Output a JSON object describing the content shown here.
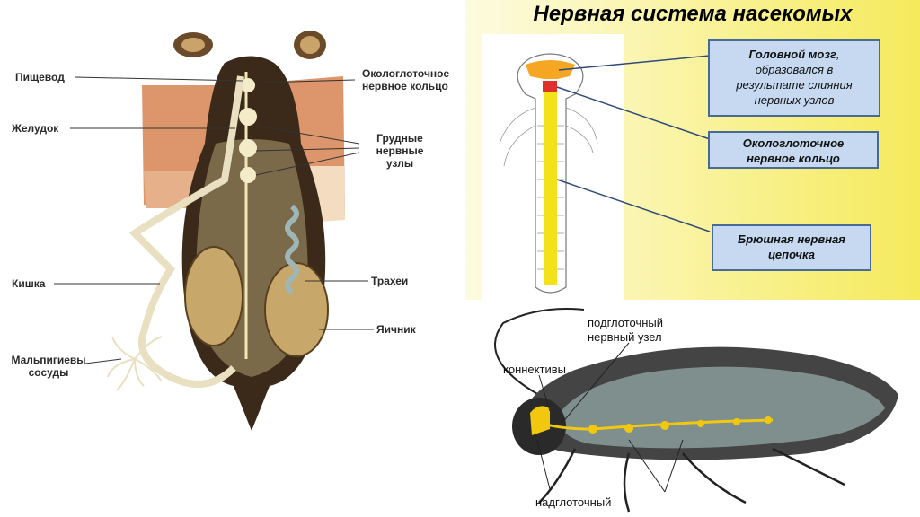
{
  "title": "Нервная система насекомых",
  "left_labels": {
    "esophagus": "Пищевод",
    "ring_1": "Окологлоточное",
    "ring_2": "нервное кольцо",
    "stomach": "Желудок",
    "thoracic_1": "Грудные",
    "thoracic_2": "нервные",
    "thoracic_3": "узлы",
    "intestine": "Кишка",
    "trachea": "Трахеи",
    "ovary": "Яичник",
    "malpighian_1": "Мальпигиевы",
    "malpighian_2": "сосуды"
  },
  "callouts": {
    "brain_title": "Головной мозг",
    "brain_comma": ",",
    "brain_1": "образовался в",
    "brain_2": "результате слияния",
    "brain_3": "нервных узлов",
    "ring_1": "Окологлоточное",
    "ring_2": "нервное кольцо",
    "chain_1": "Брюшная нервная",
    "chain_2": "цепочка"
  },
  "bottom_labels": {
    "sub_1": "подглоточный",
    "sub_2": "нервный узел",
    "connectives": "коннективы",
    "supra": "надглоточный"
  },
  "colors": {
    "callout_fill": "#c6d9f1",
    "callout_border": "#4a6a96",
    "nerve_yellow": "#f2e21a",
    "brain_orange": "#f5a623",
    "ring_red": "#e0302a"
  }
}
